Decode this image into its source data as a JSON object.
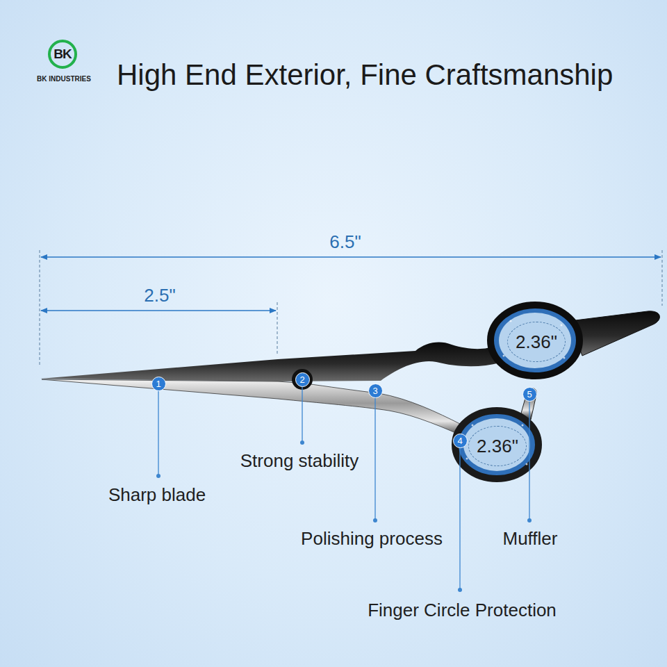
{
  "diagram": {
    "title": "High End Exterior, Fine Craftsmanship",
    "nodes": [
      {
        "text": [
          "BK"
        ]
      },
      {
        "text": [
          "1"
        ]
      },
      {
        "text": [
          "2"
        ]
      },
      {
        "text": [
          "3"
        ]
      },
      {
        "text": [
          "4"
        ]
      },
      {
        "text": [
          "5"
        ]
      },
      {
        "text": [
          "2.36\""
        ]
      },
      {
        "text": [
          "2.36\""
        ]
      }
    ],
    "labels": [
      "BK INDUSTRIES",
      "6.5\"",
      "2.5\"",
      "Sharp blade",
      "Strong stability",
      "Polishing process",
      "Muffler",
      "Finger Circle Protection"
    ]
  }
}
